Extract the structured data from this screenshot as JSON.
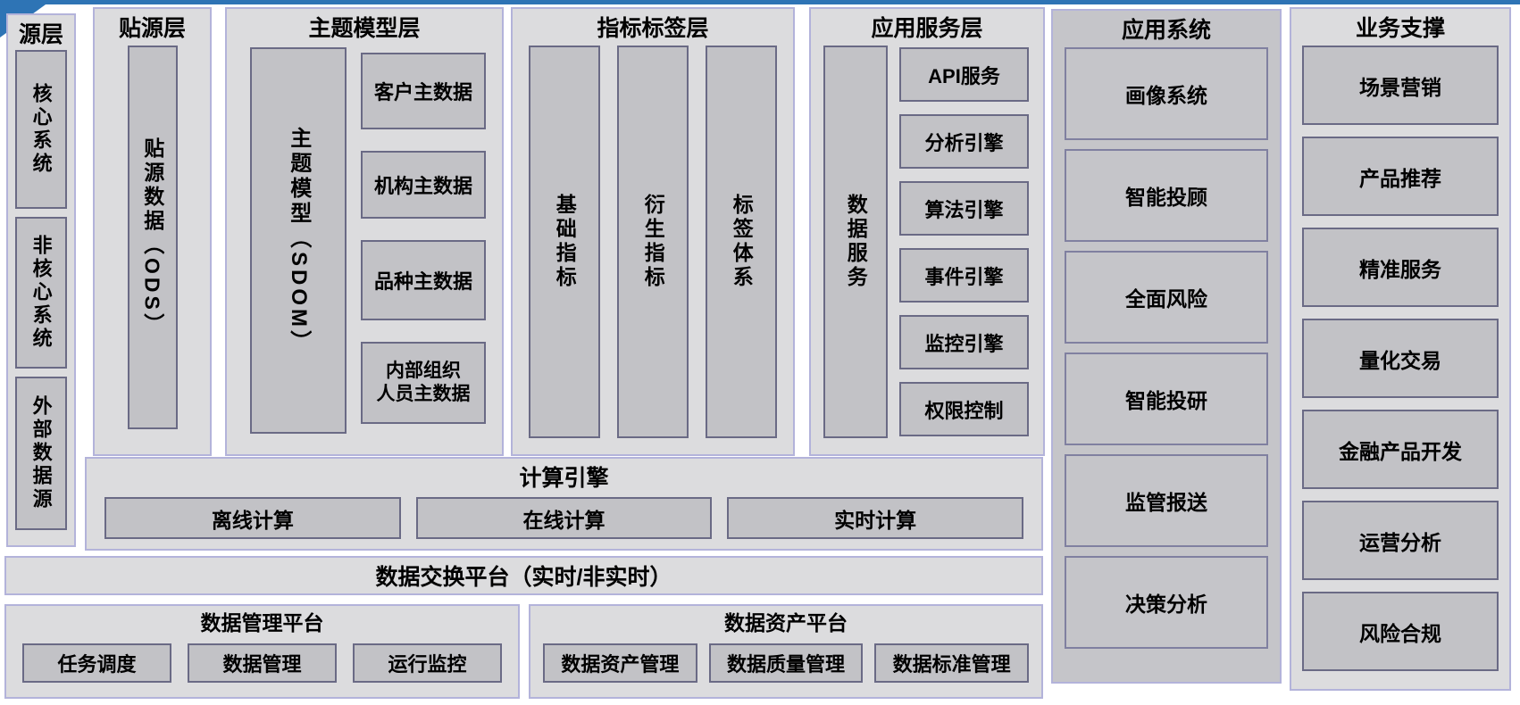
{
  "colors": {
    "container_bg": "#dcdcde",
    "container_border": "#b3b3da",
    "box_bg": "#c2c2c6",
    "box_border": "#6a6a85",
    "accent_blue": "#2e74b5"
  },
  "layers": {
    "source": {
      "title": "源层",
      "items": [
        "核心系统",
        "非核心系统",
        "外部数据源"
      ]
    },
    "ods": {
      "title": "贴源层",
      "item": "贴源数据（ODS）"
    },
    "sdom": {
      "title": "主题模型层",
      "main": "主题模型（SDOM）",
      "items": [
        "客户主数据",
        "机构主数据",
        "品种主数据",
        "内部组织\n人员主数据"
      ]
    },
    "indicator": {
      "title": "指标标签层",
      "items": [
        "基础指标",
        "衍生指标",
        "标签体系"
      ]
    },
    "service": {
      "title": "应用服务层",
      "main": "数据服务",
      "items": [
        "API服务",
        "分析引擎",
        "算法引擎",
        "事件引擎",
        "监控引擎",
        "权限控制"
      ]
    }
  },
  "compute": {
    "title": "计算引擎",
    "items": [
      "离线计算",
      "在线计算",
      "实时计算"
    ]
  },
  "exchange": {
    "title": "数据交换平台（实时/非实时）"
  },
  "platforms": {
    "mgmt": {
      "title": "数据管理平台",
      "items": [
        "任务调度",
        "数据管理",
        "运行监控"
      ]
    },
    "asset": {
      "title": "数据资产平台",
      "items": [
        "数据资产管理",
        "数据质量管理",
        "数据标准管理"
      ]
    }
  },
  "appsys": {
    "title": "应用系统",
    "items": [
      "画像系统",
      "智能投顾",
      "全面风险",
      "智能投研",
      "监管报送",
      "决策分析"
    ]
  },
  "biz": {
    "title": "业务支撑",
    "items": [
      "场景营销",
      "产品推荐",
      "精准服务",
      "量化交易",
      "金融产品开发",
      "运营分析",
      "风险合规"
    ]
  }
}
